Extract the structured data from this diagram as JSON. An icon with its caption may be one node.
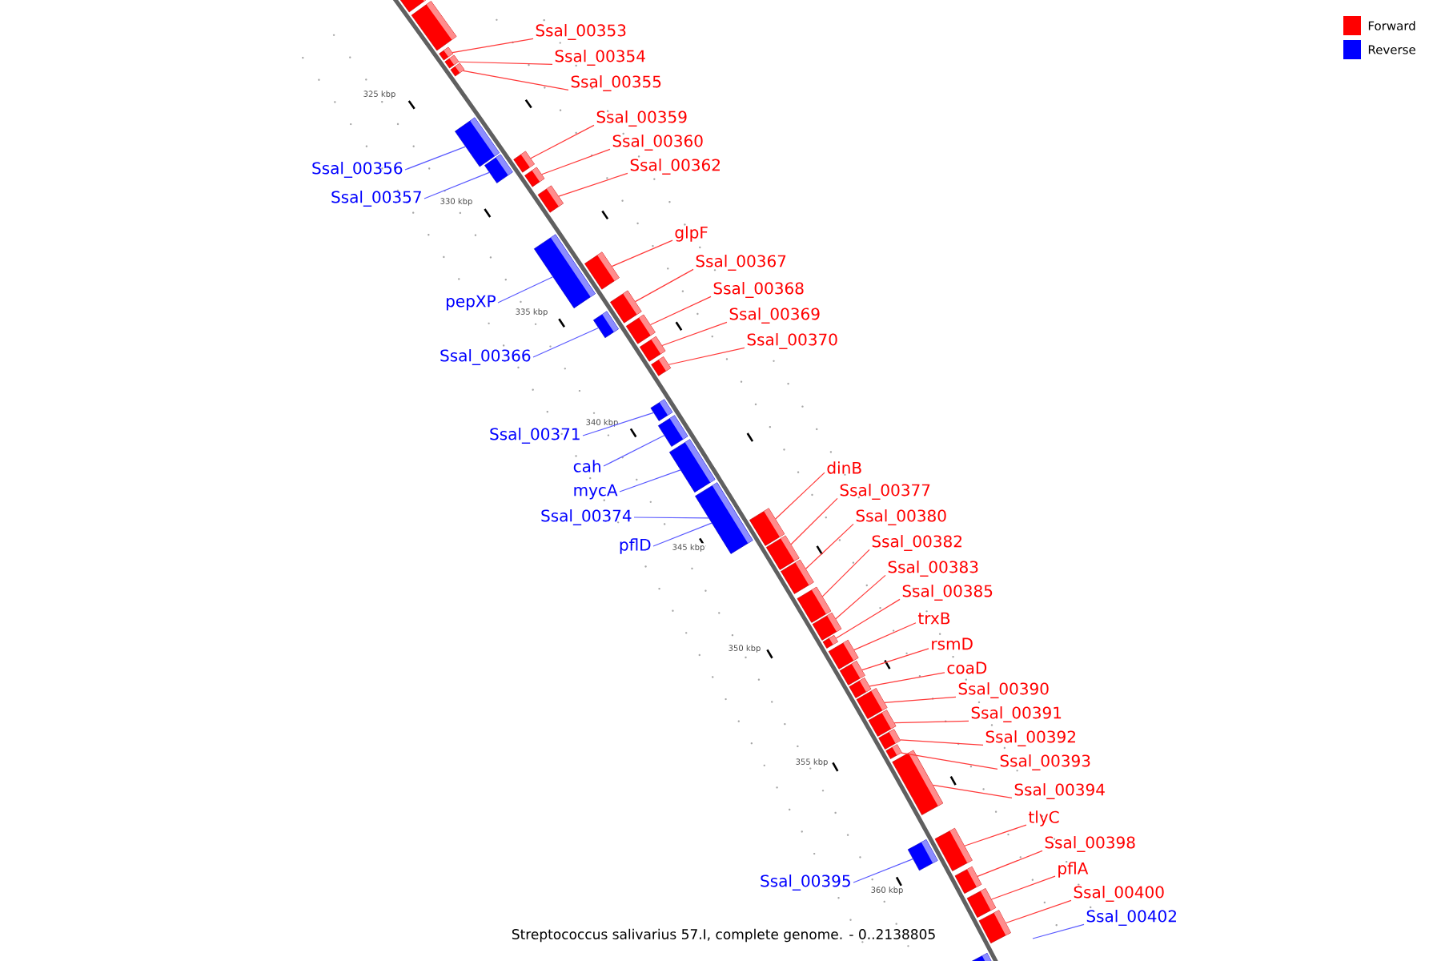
{
  "diagram": {
    "caption": "Streptococcus salivarius 57.I, complete genome. - 0..2138805",
    "nodes": [
      {
        "text": [],
        "shape": "bar"
      },
      {
        "text": [],
        "shape": "bar"
      },
      {
        "text": [
          "Ssal_00353"
        ]
      },
      {
        "text": [],
        "shape": "bar"
      },
      {
        "text": [
          "Ssal_00354"
        ]
      },
      {
        "text": [],
        "shape": "bar"
      },
      {
        "text": [
          "Ssal_00355"
        ]
      },
      {
        "text": [],
        "shape": "bar"
      },
      {
        "text": [
          "Ssal_00356"
        ]
      },
      {
        "text": [],
        "shape": "bar"
      },
      {
        "text": [
          "Ssal_00357"
        ]
      },
      {
        "text": [],
        "shape": "bar"
      },
      {
        "text": [
          "Ssal_00359"
        ]
      },
      {
        "text": [],
        "shape": "bar"
      },
      {
        "text": [
          "Ssal_00360"
        ]
      },
      {
        "text": [],
        "shape": "bar"
      },
      {
        "text": [
          "Ssal_00362"
        ]
      },
      {
        "text": [],
        "shape": "bar"
      },
      {
        "text": [
          "pepXP"
        ]
      },
      {
        "text": [],
        "shape": "bar"
      },
      {
        "text": [
          "glpF"
        ]
      },
      {
        "text": [],
        "shape": "bar"
      },
      {
        "text": [
          "Ssal_00367"
        ]
      },
      {
        "text": [],
        "shape": "bar"
      },
      {
        "text": [
          "Ssal_00366"
        ]
      },
      {
        "text": [],
        "shape": "bar"
      },
      {
        "text": [
          "Ssal_00368"
        ]
      },
      {
        "text": [],
        "shape": "bar"
      },
      {
        "text": [
          "Ssal_00369"
        ]
      },
      {
        "text": [],
        "shape": "bar"
      },
      {
        "text": [
          "Ssal_00370"
        ]
      },
      {
        "text": [],
        "shape": "bar"
      },
      {
        "text": [
          "Ssal_00371"
        ]
      },
      {
        "text": [],
        "shape": "bar"
      },
      {
        "text": [
          "cah"
        ]
      },
      {
        "text": [],
        "shape": "bar"
      },
      {
        "text": [
          "mycA"
        ]
      },
      {
        "text": [],
        "shape": "bar"
      },
      {
        "text": [
          "Ssal_00374"
        ]
      },
      {
        "text": [],
        "shape": "bar"
      },
      {
        "text": [
          "pflD"
        ]
      },
      {
        "text": [
          "dinB"
        ]
      },
      {
        "text": [],
        "shape": "bar"
      },
      {
        "text": [
          "Ssal_00377"
        ]
      },
      {
        "text": [],
        "shape": "bar"
      },
      {
        "text": [
          "Ssal_00380"
        ]
      },
      {
        "text": [],
        "shape": "bar"
      },
      {
        "text": [
          "Ssal_00382"
        ]
      },
      {
        "text": [],
        "shape": "bar"
      },
      {
        "text": [
          "Ssal_00383"
        ]
      },
      {
        "text": [],
        "shape": "bar"
      },
      {
        "text": [
          "Ssal_00385"
        ]
      },
      {
        "text": [],
        "shape": "bar"
      },
      {
        "text": [
          "trxB"
        ]
      },
      {
        "text": [],
        "shape": "bar"
      },
      {
        "text": [
          "rsmD"
        ]
      },
      {
        "text": [],
        "shape": "bar"
      },
      {
        "text": [
          "coaD"
        ]
      },
      {
        "text": [],
        "shape": "bar"
      },
      {
        "text": [
          "Ssal_00390"
        ]
      },
      {
        "text": [],
        "shape": "bar"
      },
      {
        "text": [
          "Ssal_00391"
        ]
      },
      {
        "text": [],
        "shape": "bar"
      },
      {
        "text": [
          "Ssal_00392"
        ]
      },
      {
        "text": [],
        "shape": "bar"
      },
      {
        "text": [
          "Ssal_00393"
        ]
      },
      {
        "text": [],
        "shape": "bar"
      },
      {
        "text": [
          "Ssal_00394"
        ]
      },
      {
        "text": [],
        "shape": "bar"
      },
      {
        "text": [
          "Ssal_00395"
        ]
      },
      {
        "text": [],
        "shape": "bar"
      },
      {
        "text": [
          "tlyC"
        ]
      },
      {
        "text": [],
        "shape": "bar"
      },
      {
        "text": [
          "Ssal_00398"
        ]
      },
      {
        "text": [],
        "shape": "bar"
      },
      {
        "text": [
          "pflA"
        ]
      },
      {
        "text": [],
        "shape": "bar"
      },
      {
        "text": [
          "Ssal_00400"
        ]
      },
      {
        "text": [],
        "shape": "bar"
      },
      {
        "text": [
          "Ssal_00402"
        ]
      },
      {
        "text": [],
        "shape": "bar"
      }
    ],
    "edges": [
      {
        "from": 2,
        "to": 3,
        "arrow": "none"
      },
      {
        "from": 4,
        "to": 5,
        "arrow": "none"
      },
      {
        "from": 6,
        "to": 7,
        "arrow": "none"
      },
      {
        "from": 8,
        "to": 9,
        "arrow": "none",
        "color": "#5a5aff"
      },
      {
        "from": 10,
        "to": 11,
        "arrow": "none",
        "color": "#5a5aff"
      },
      {
        "from": 12,
        "to": 13,
        "arrow": "none"
      },
      {
        "from": 14,
        "to": 15,
        "arrow": "none"
      },
      {
        "from": 16,
        "to": 17,
        "arrow": "none"
      },
      {
        "from": 18,
        "to": 19,
        "arrow": "none",
        "color": "#5a5aff"
      },
      {
        "from": 20,
        "to": 21,
        "arrow": "none"
      },
      {
        "from": 22,
        "to": 23,
        "arrow": "none"
      },
      {
        "from": 24,
        "to": 25,
        "arrow": "none",
        "color": "#5a5aff"
      },
      {
        "from": 26,
        "to": 27,
        "arrow": "none"
      },
      {
        "from": 28,
        "to": 29,
        "arrow": "none"
      },
      {
        "from": 30,
        "to": 31,
        "arrow": "none"
      },
      {
        "from": 32,
        "to": 33,
        "arrow": "none",
        "color": "#5a5aff"
      },
      {
        "from": 34,
        "to": 35,
        "arrow": "none",
        "color": "#5a5aff"
      },
      {
        "from": 36,
        "to": 37,
        "arrow": "none",
        "color": "#5a5aff"
      },
      {
        "from": 38,
        "to": 39,
        "arrow": "none",
        "color": "#5a5aff"
      },
      {
        "from": 40,
        "to": 39,
        "arrow": "none",
        "color": "#5a5aff"
      },
      {
        "from": 41,
        "to": 42,
        "arrow": "none"
      },
      {
        "from": 43,
        "to": 44,
        "arrow": "none"
      },
      {
        "from": 45,
        "to": 46,
        "arrow": "none"
      },
      {
        "from": 47,
        "to": 48,
        "arrow": "none"
      },
      {
        "from": 49,
        "to": 50,
        "arrow": "none"
      },
      {
        "from": 51,
        "to": 52,
        "arrow": "none"
      },
      {
        "from": 53,
        "to": 54,
        "arrow": "none"
      },
      {
        "from": 55,
        "to": 56,
        "arrow": "none"
      },
      {
        "from": 57,
        "to": 58,
        "arrow": "none"
      },
      {
        "from": 59,
        "to": 60,
        "arrow": "none"
      },
      {
        "from": 61,
        "to": 62,
        "arrow": "none"
      },
      {
        "from": 63,
        "to": 64,
        "arrow": "none"
      },
      {
        "from": 65,
        "to": 66,
        "arrow": "none"
      },
      {
        "from": 67,
        "to": 68,
        "arrow": "none"
      },
      {
        "from": 69,
        "to": 70,
        "arrow": "none",
        "color": "#5a5aff"
      },
      {
        "from": 71,
        "to": 72,
        "arrow": "none"
      },
      {
        "from": 73,
        "to": 74,
        "arrow": "none"
      },
      {
        "from": 75,
        "to": 76,
        "arrow": "none"
      },
      {
        "from": 77,
        "to": 78,
        "arrow": "none"
      },
      {
        "from": 79,
        "to": null,
        "arrow": "none",
        "color": "#5a5aff"
      }
    ],
    "labels": [
      "325 kbp",
      "330 kbp",
      "335 kbp",
      "340 kbp",
      "345 kbp",
      "350 kbp",
      "355 kbp",
      "360 kbp"
    ],
    "legend": [
      {
        "text": "Forward",
        "color": "#ff0000"
      },
      {
        "text": "Reverse",
        "color": "#0000ff"
      }
    ]
  }
}
